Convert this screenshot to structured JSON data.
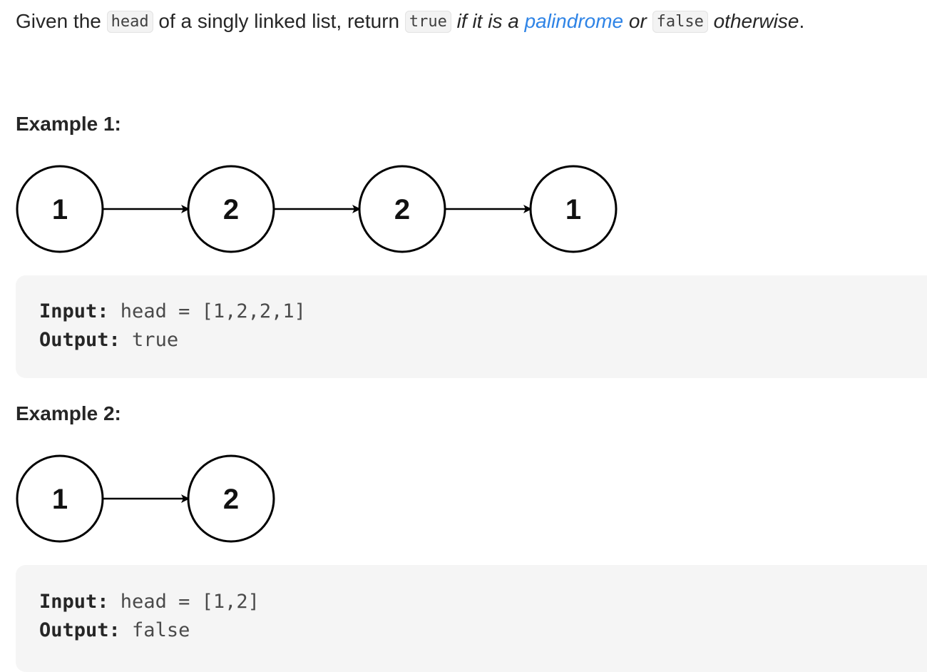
{
  "description": {
    "part1": "Given the ",
    "code_head": "head",
    "part2": " of a singly linked list, return ",
    "code_true": "true",
    "part3": " if it is a ",
    "link_palindrome": "palindrome",
    "part4": " or ",
    "code_false": "false",
    "part5": " otherwise",
    "period": "."
  },
  "examples": [
    {
      "heading": "Example 1:",
      "nodes": [
        "1",
        "2",
        "2",
        "1"
      ],
      "input_label": "Input:",
      "input_value": " head = [1,2,2,1]",
      "output_label": "Output:",
      "output_value": " true"
    },
    {
      "heading": "Example 2:",
      "nodes": [
        "1",
        "2"
      ],
      "input_label": "Input:",
      "input_value": " head = [1,2]",
      "output_label": "Output:",
      "output_value": " false"
    }
  ],
  "colors": {
    "text": "#262626",
    "link": "#2f84e6",
    "code_bg": "#f3f3f3",
    "example_bg": "#f5f5f5"
  }
}
